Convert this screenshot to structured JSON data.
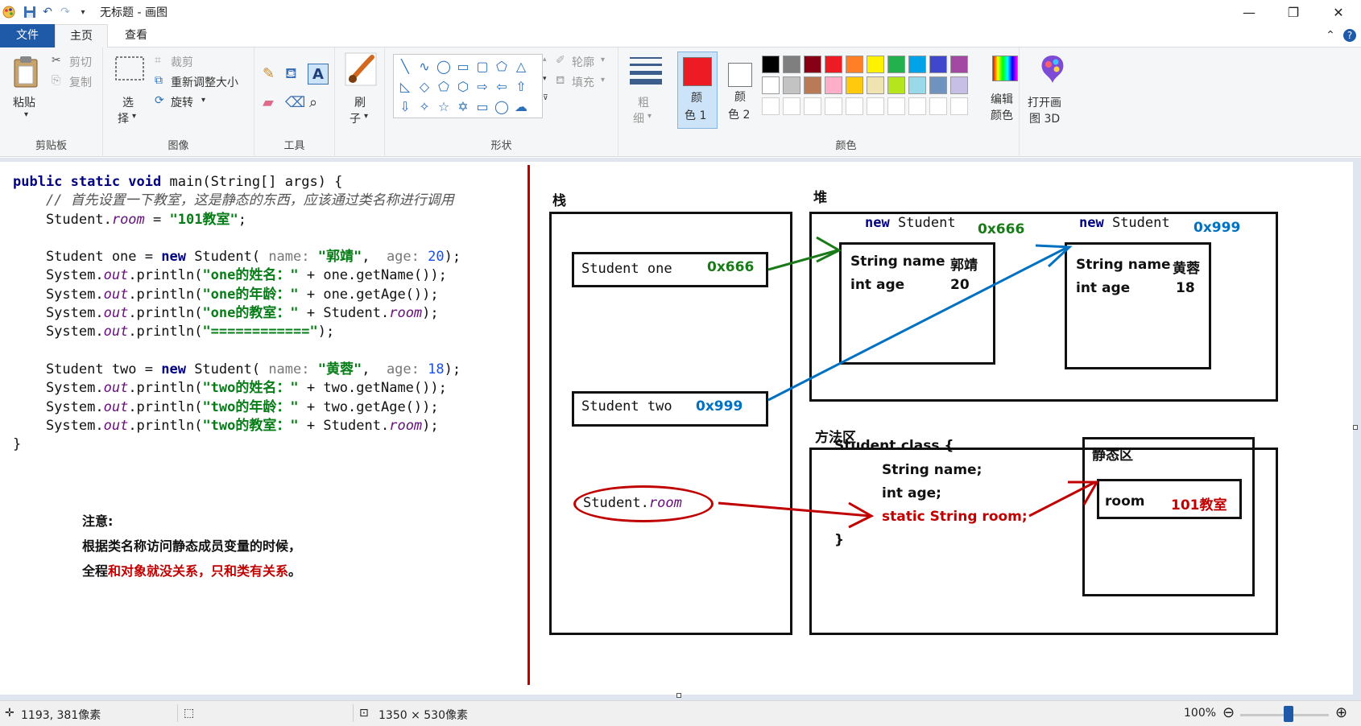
{
  "window": {
    "title": "无标题 - 画图"
  },
  "tabs": [
    {
      "label": "文件"
    },
    {
      "label": "主页"
    },
    {
      "label": "查看"
    }
  ],
  "ribbon": {
    "clipboard": {
      "paste": "粘贴",
      "cut": "剪切",
      "copy": "复制",
      "label": "剪贴板"
    },
    "image": {
      "select": "选",
      "select2": "择",
      "crop": "裁剪",
      "resize": "重新调整大小",
      "rotate": "旋转",
      "label": "图像"
    },
    "tools": {
      "label": "工具"
    },
    "brush": {
      "label1": "刷",
      "label2": "子"
    },
    "shapes": {
      "outline": "轮廓",
      "fill": "填充",
      "label": "形状"
    },
    "size": {
      "label1": "粗",
      "label2": "细"
    },
    "color1": {
      "label1": "颜",
      "label2": "色 1"
    },
    "color2": {
      "label1": "颜",
      "label2": "色 2"
    },
    "colors": {
      "label": "颜色"
    },
    "edit_colors": {
      "label1": "编辑",
      "label2": "颜色"
    },
    "paint3d": {
      "label1": "打开画",
      "label2": "图 3D"
    },
    "palette_row1": [
      "#000000",
      "#7f7f7f",
      "#880015",
      "#ed1c24",
      "#ff7f27",
      "#fff200",
      "#22b14c",
      "#00a2e8",
      "#3f48cc",
      "#a349a4"
    ],
    "palette_row2": [
      "#ffffff",
      "#c3c3c3",
      "#b97a57",
      "#ffaec9",
      "#ffc90e",
      "#efe4b0",
      "#b5e61d",
      "#99d9ea",
      "#7092be",
      "#c8bfe7"
    ],
    "primary_color": "#ed1c24"
  },
  "code": {
    "l1_a": "public static void",
    "l1_b": " main(String[] args) {",
    "l2": "    // 首先设置一下教室，这是静态的东西，应该通过类名称进行调用",
    "l3_a": "    Student.",
    "l3_b": "room",
    "l3_c": " = ",
    "l3_d": "\"101教室\"",
    "l3_e": ";",
    "l5_a": "    Student one = ",
    "l5_b": "new",
    "l5_c": " Student( ",
    "l5_d": "name: ",
    "l5_e": "\"郭靖\"",
    "l5_f": ",  ",
    "l5_g": "age: ",
    "l5_h": "20",
    "l5_i": ");",
    "l6_a": "    System.",
    "l6_b": "out",
    "l6_c": ".println(",
    "l6_d": "\"one的姓名：\"",
    "l6_e": " + one.getName());",
    "l7_a": "    System.",
    "l7_b": "out",
    "l7_c": ".println(",
    "l7_d": "\"one的年龄：\"",
    "l7_e": " + one.getAge());",
    "l8_a": "    System.",
    "l8_b": "out",
    "l8_c": ".println(",
    "l8_d": "\"one的教室：\"",
    "l8_e": " + Student.",
    "l8_f": "room",
    "l8_g": ");",
    "l9_a": "    System.",
    "l9_b": "out",
    "l9_c": ".println(",
    "l9_d": "\"============\"",
    "l9_e": ");",
    "l11_a": "    Student two = ",
    "l11_b": "new",
    "l11_c": " Student( ",
    "l11_d": "name: ",
    "l11_e": "\"黄蓉\"",
    "l11_f": ",  ",
    "l11_g": "age: ",
    "l11_h": "18",
    "l11_i": ");",
    "l12_a": "    System.",
    "l12_b": "out",
    "l12_c": ".println(",
    "l12_d": "\"two的姓名：\"",
    "l12_e": " + two.getName());",
    "l13_a": "    System.",
    "l13_b": "out",
    "l13_c": ".println(",
    "l13_d": "\"two的年龄：\"",
    "l13_e": " + two.getAge());",
    "l14_a": "    System.",
    "l14_b": "out",
    "l14_c": ".println(",
    "l14_d": "\"two的教室：\"",
    "l14_e": " + Student.",
    "l14_f": "room",
    "l14_g": ");",
    "l15": "}"
  },
  "note": {
    "title": "注意:",
    "line1": "根据类名称访问静态成员变量的时候，",
    "line2_a": "全程",
    "line2_b": "和对象就没关系，只和类有关系",
    "line2_c": "。"
  },
  "diagram": {
    "stack_label": "栈",
    "heap_label": "堆",
    "method_label": "方法区",
    "static_label": "静态区",
    "stack_one": "Student one",
    "stack_one_addr": "0x666",
    "stack_two": "Student two",
    "stack_two_addr": "0x999",
    "stack_room_a": "Student.",
    "stack_room_b": "room",
    "heap1_new_a": "new",
    "heap1_new_b": " Student",
    "heap1_addr": "0x666",
    "heap1_name_label": "String name",
    "heap1_name_val": "郭靖",
    "heap1_age_label": "int age",
    "heap1_age_val": "20",
    "heap2_new_a": "new",
    "heap2_new_b": " Student",
    "heap2_addr": "0x999",
    "heap2_name_label": "String name",
    "heap2_name_val": "黄蓉",
    "heap2_age_label": "int age",
    "heap2_age_val": "18",
    "class_l1": "Student.class {",
    "class_l2": "String name;",
    "class_l3": "int age;",
    "class_l4": "static String room;",
    "class_l5": "}",
    "room_label": "room",
    "room_val": "101教室"
  },
  "status": {
    "cursor_pos": "1193, 381像素",
    "canvas_size": "1350 × 530像素",
    "zoom": "100%"
  }
}
